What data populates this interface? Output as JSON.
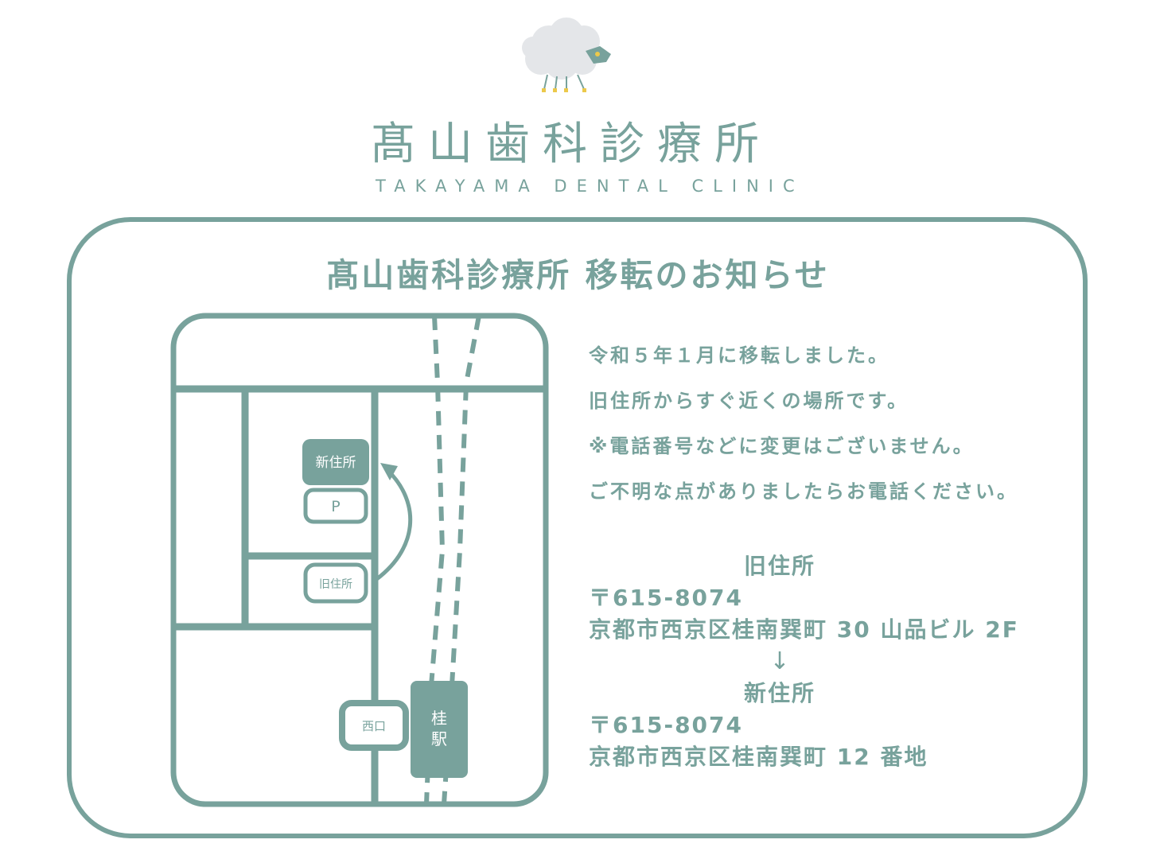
{
  "colors": {
    "brand": "#78a29c",
    "accent_yellow": "#ecc94b",
    "sheep_body": "#e4e6e9",
    "background": "#ffffff"
  },
  "logo": {
    "icon": "sheep-icon",
    "japanese": "髙山歯科診療所",
    "english": "TAKAYAMA DENTAL CLINIC"
  },
  "notice": {
    "title": "髙山歯科診療所 移転のお知らせ",
    "lines": [
      "令和５年１月に移転しました。",
      "旧住所からすぐ近くの場所です。",
      "※電話番号などに変更はございません。",
      "ご不明な点がありましたらお電話ください。"
    ],
    "old_address": {
      "heading": "旧住所",
      "postal": "〒615-8074",
      "street": "京都市西京区桂南巽町 30 山品ビル 2F"
    },
    "arrow": "↓",
    "new_address": {
      "heading": "新住所",
      "postal": "〒615-8074",
      "street": "京都市西京区桂南巽町 12 番地"
    }
  },
  "map": {
    "new_location": "新住所",
    "parking": "P",
    "old_location": "旧住所",
    "west_exit": "西口",
    "station": [
      "桂",
      "駅"
    ]
  }
}
